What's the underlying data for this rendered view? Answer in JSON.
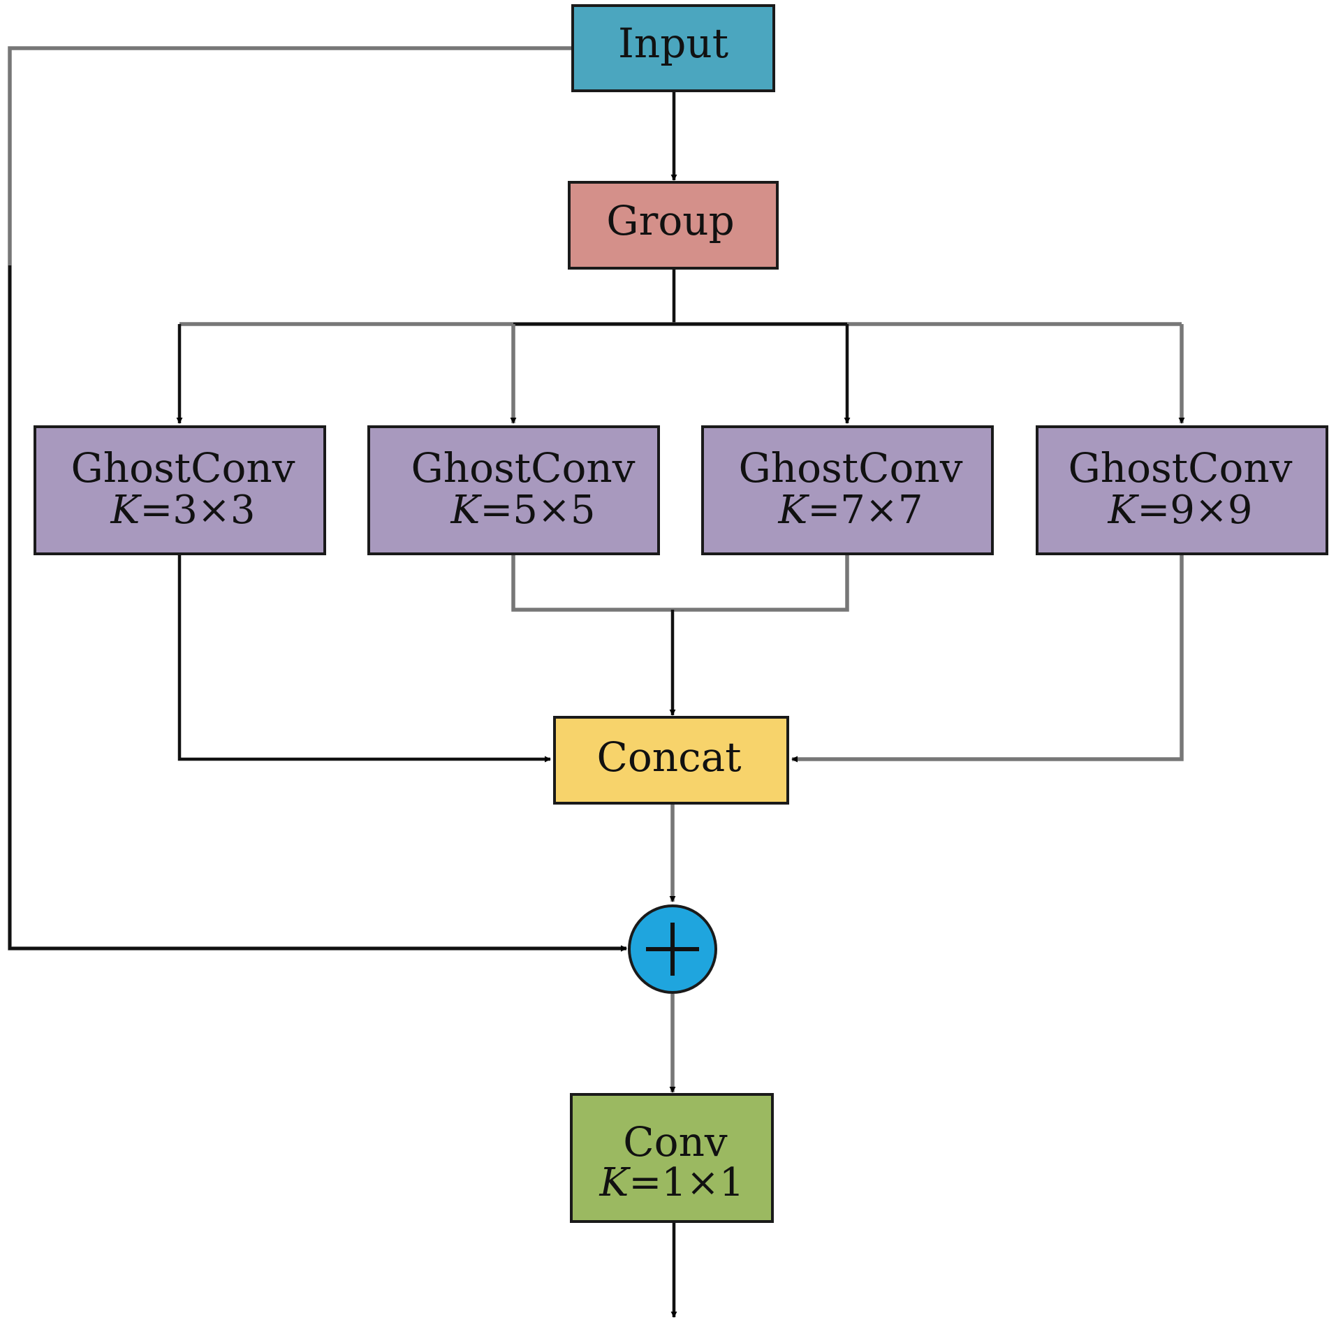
{
  "nodes": {
    "input": {
      "label": "Input"
    },
    "group": {
      "label": "Group"
    },
    "ghostconv_3": {
      "label": "GhostConv",
      "k_symbol": "K",
      "k_value": "=3×3"
    },
    "ghostconv_5": {
      "label": "GhostConv",
      "k_symbol": "K",
      "k_value": "=5×5"
    },
    "ghostconv_7": {
      "label": "GhostConv",
      "k_symbol": "K",
      "k_value": "=7×7"
    },
    "ghostconv_9": {
      "label": "GhostConv",
      "k_symbol": "K",
      "k_value": "=9×9"
    },
    "concat": {
      "label": "Concat"
    },
    "add": {
      "symbol": "+"
    },
    "conv": {
      "label": "Conv",
      "k_symbol": "K",
      "k_value": "=1×1"
    }
  },
  "colors": {
    "input": "#4ba6bf",
    "group": "#d4908a",
    "ghostconv": "#a899be",
    "concat": "#f7d36b",
    "add": "#1fa5de",
    "conv": "#9bb961"
  }
}
